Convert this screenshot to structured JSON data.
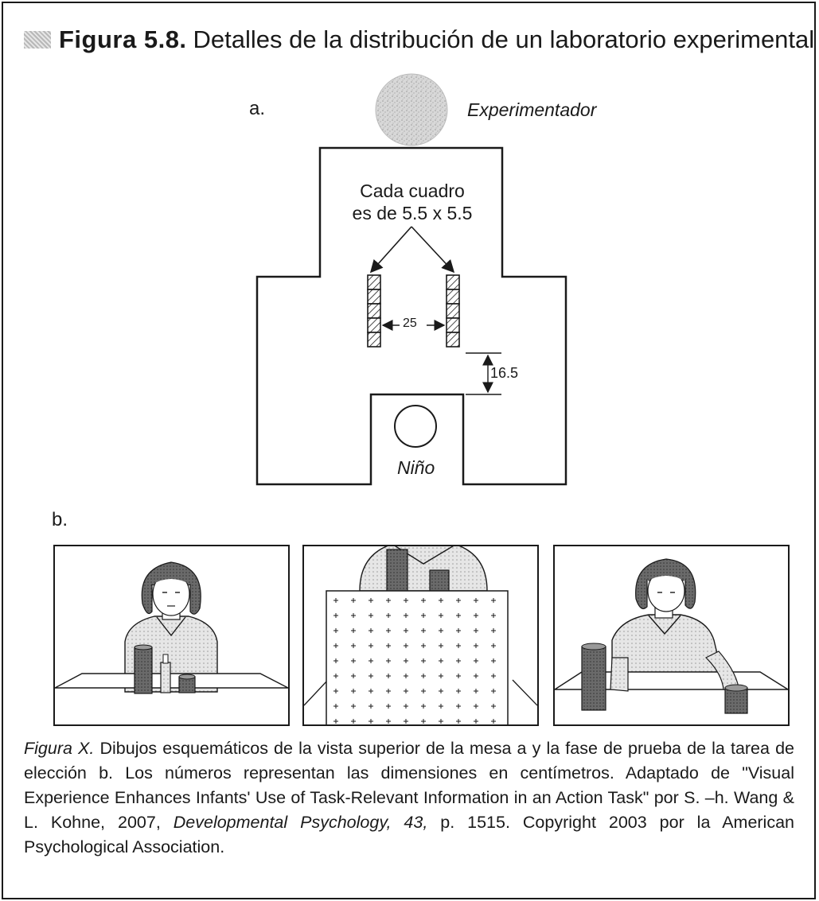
{
  "title": {
    "label": "Figura 5.8.",
    "text": "Detalles de la distribución de un laboratorio experimental"
  },
  "panel_a": {
    "label": "a.",
    "experimenter": "Experimentador",
    "child": "Niño",
    "square_note_line1": "Cada cuadro",
    "square_note_line2": "es de 5.5 x 5.5",
    "gap_label": "25",
    "distance_label": "16.5"
  },
  "panel_b": {
    "label": "b."
  },
  "caption": {
    "lead": "Figura X.",
    "body1": " Dibujos esquemáticos de la vista superior de la mesa a y la fase de prueba de la tarea de elección b. Los números representan las dimensiones en centímetros. Adaptado de \"Visual Experience Enhances Infants' Use of Task-Relevant Information in an Action Task\" por S. –h. Wang & L. Kohne, 2007, ",
    "journal": "Developmental Psychology, 43,",
    "body2": " p. 1515. Copyright 2003 por la American Psychological Association."
  }
}
